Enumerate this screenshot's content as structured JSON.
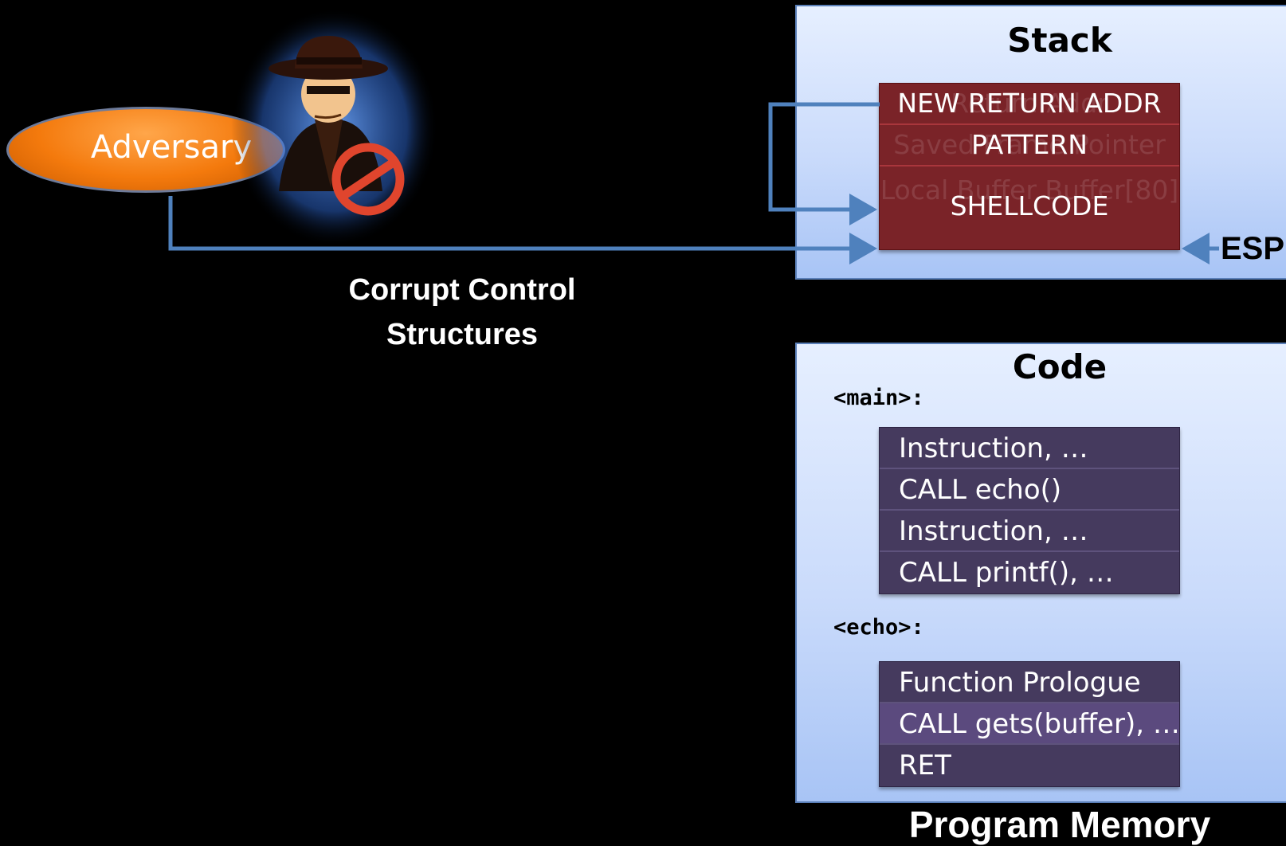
{
  "stack": {
    "title": "Stack",
    "rows": [
      {
        "label": "NEW RETURN ADDR",
        "ghost": "Return Addr"
      },
      {
        "label": "PATTERN",
        "ghost": "Saved Frame Pointer"
      },
      {
        "label": "SHELLCODE",
        "ghost": "Local Buffer Buffer[80]"
      }
    ],
    "esp_label": "ESP"
  },
  "code": {
    "title": "Code",
    "main_label": "<main>:",
    "main_rows": [
      "Instruction, …",
      "CALL echo()",
      "Instruction, …",
      "CALL printf(), …"
    ],
    "echo_label": "<echo>:",
    "echo_rows": [
      "Function Prologue",
      "CALL gets(buffer), …",
      "RET"
    ]
  },
  "adversary": {
    "label": "Adversary"
  },
  "caption": {
    "line1": "Corrupt Control",
    "line2": "Structures"
  },
  "footer": {
    "title": "Program Memory"
  },
  "colors": {
    "stack_block": "#7a2328",
    "code_block": "#453a5e",
    "arrow": "#4f81bd",
    "adversary": "#f47a0d"
  }
}
